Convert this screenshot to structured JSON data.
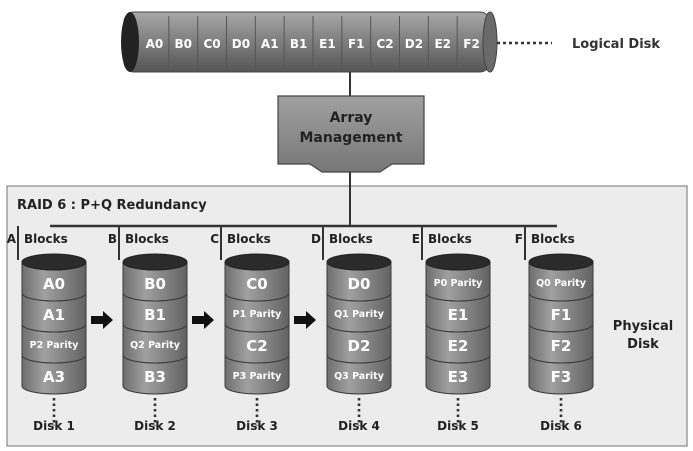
{
  "logical_disk": {
    "blocks": [
      "A0",
      "B0",
      "C0",
      "D0",
      "A1",
      "B1",
      "E1",
      "F1",
      "C2",
      "D2",
      "E2",
      "F2"
    ],
    "label": "Logical Disk"
  },
  "array_management": {
    "line1": "Array",
    "line2": "Management"
  },
  "raid_title": "RAID 6 : P+Q Redundancy",
  "physical_label": {
    "line1": "Physical",
    "line2": "Disk"
  },
  "disks": [
    {
      "letter": "A",
      "blocks_label": "Blocks",
      "name": "Disk 1",
      "segments": [
        "A0",
        "A1",
        "P2 Parity",
        "A3"
      ]
    },
    {
      "letter": "B",
      "blocks_label": "Blocks",
      "name": "Disk 2",
      "segments": [
        "B0",
        "B1",
        "Q2 Parity",
        "B3"
      ]
    },
    {
      "letter": "C",
      "blocks_label": "Blocks",
      "name": "Disk 3",
      "segments": [
        "C0",
        "P1 Parity",
        "C2",
        "P3 Parity"
      ]
    },
    {
      "letter": "D",
      "blocks_label": "Blocks",
      "name": "Disk 4",
      "segments": [
        "D0",
        "Q1 Parity",
        "D2",
        "Q3 Parity"
      ]
    },
    {
      "letter": "E",
      "blocks_label": "Blocks",
      "name": "Disk 5",
      "segments": [
        "P0 Parity",
        "E1",
        "E2",
        "E3"
      ]
    },
    {
      "letter": "F",
      "blocks_label": "Blocks",
      "name": "Disk 6",
      "segments": [
        "Q0 Parity",
        "F1",
        "F2",
        "F3"
      ]
    }
  ],
  "colors": {
    "segment": "#8c8c8c",
    "segment_top": "#2b2b2b",
    "panel": "#ececec",
    "box": "#8a8a8a",
    "logical_bar": "#7a7a7a"
  }
}
